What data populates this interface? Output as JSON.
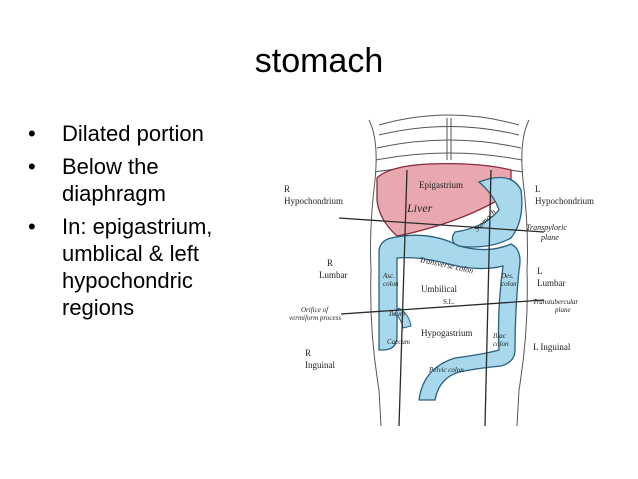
{
  "slide": {
    "title": "stomach",
    "bullets": [
      "Dilated portion",
      "Below the diaphragm",
      "In: epigastrium, umblical & left hypochondric regions"
    ]
  },
  "figure": {
    "labels": {
      "r_hypochondrium_1": "R",
      "r_hypochondrium_2": "Hypochondrium",
      "epigastrium": "Epigastrium",
      "l_hypochondrium_1": "L",
      "l_hypochondrium_2": "Hypochondrium",
      "liver": "Liver",
      "stomach": "Stomach",
      "transpyloric_1": "Transpyloric",
      "transpyloric_2": "plane",
      "r_lumbar_1": "R",
      "r_lumbar_2": "Lumbar",
      "transverse_colon": "Transverse colon",
      "asc_colon_1": "Asc.",
      "asc_colon_2": "colon",
      "umbilical": "Umbilical",
      "des_colon_1": "Des.",
      "des_colon_2": "colon",
      "l_lumbar_1": "L",
      "l_lumbar_2": "Lumbar",
      "sl": "S.L.",
      "transtubercular_1": "Transtubercular",
      "transtubercular_2": "plane",
      "orifice_1": "Orifice of",
      "orifice_2": "vermiform process",
      "ileum": "Ileum",
      "caecum": "Caecum",
      "hypogastrium": "Hypogastrium",
      "iliac_colon_1": "Iliac",
      "iliac_colon_2": "colon",
      "l_inguinal": "L Inguinal",
      "r_inguinal_1": "R",
      "r_inguinal_2": "Inguinal",
      "pelvic_colon": "Pelvic colon"
    },
    "colors": {
      "liver_fill": "#e9a8b0",
      "colon_fill": "#a8d8ec",
      "line": "#2a2a2a"
    }
  }
}
